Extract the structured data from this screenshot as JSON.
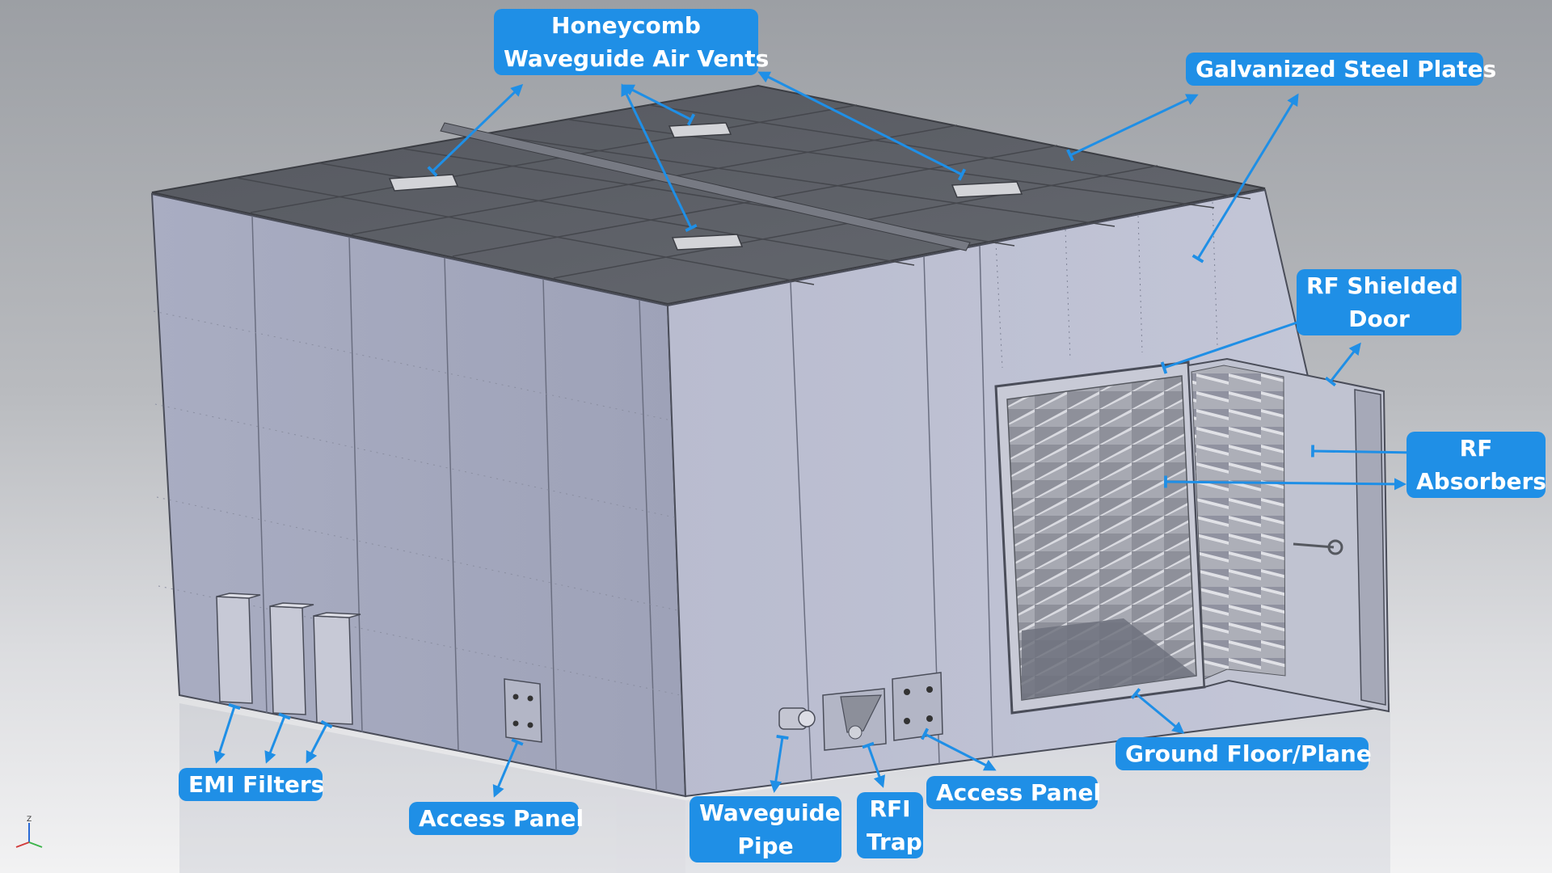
{
  "callouts": {
    "honeycomb": [
      "Honeycomb",
      "Waveguide Air Vents"
    ],
    "galvanized": "Galvanized Steel Plates",
    "rf_door": [
      "RF Shielded",
      "Door"
    ],
    "rf_absorbers": [
      "RF",
      "Absorbers"
    ],
    "ground_floor": "Ground Floor/Plane",
    "emi_filters": "EMI Filters",
    "access_panel_left": "Access Panel",
    "waveguide_pipe": [
      "Waveguide",
      "Pipe"
    ],
    "rfi_trap": [
      "RFI",
      "Trap"
    ],
    "access_panel_right": "Access Panel"
  },
  "axis_triad": {
    "z_label": "Z"
  },
  "colors": {
    "callout": "#1f8fe6",
    "callout_text": "#ffffff",
    "leader": "#1f8fe6",
    "panel_face": "#b6b9cc",
    "roof": "#5c5f66"
  }
}
